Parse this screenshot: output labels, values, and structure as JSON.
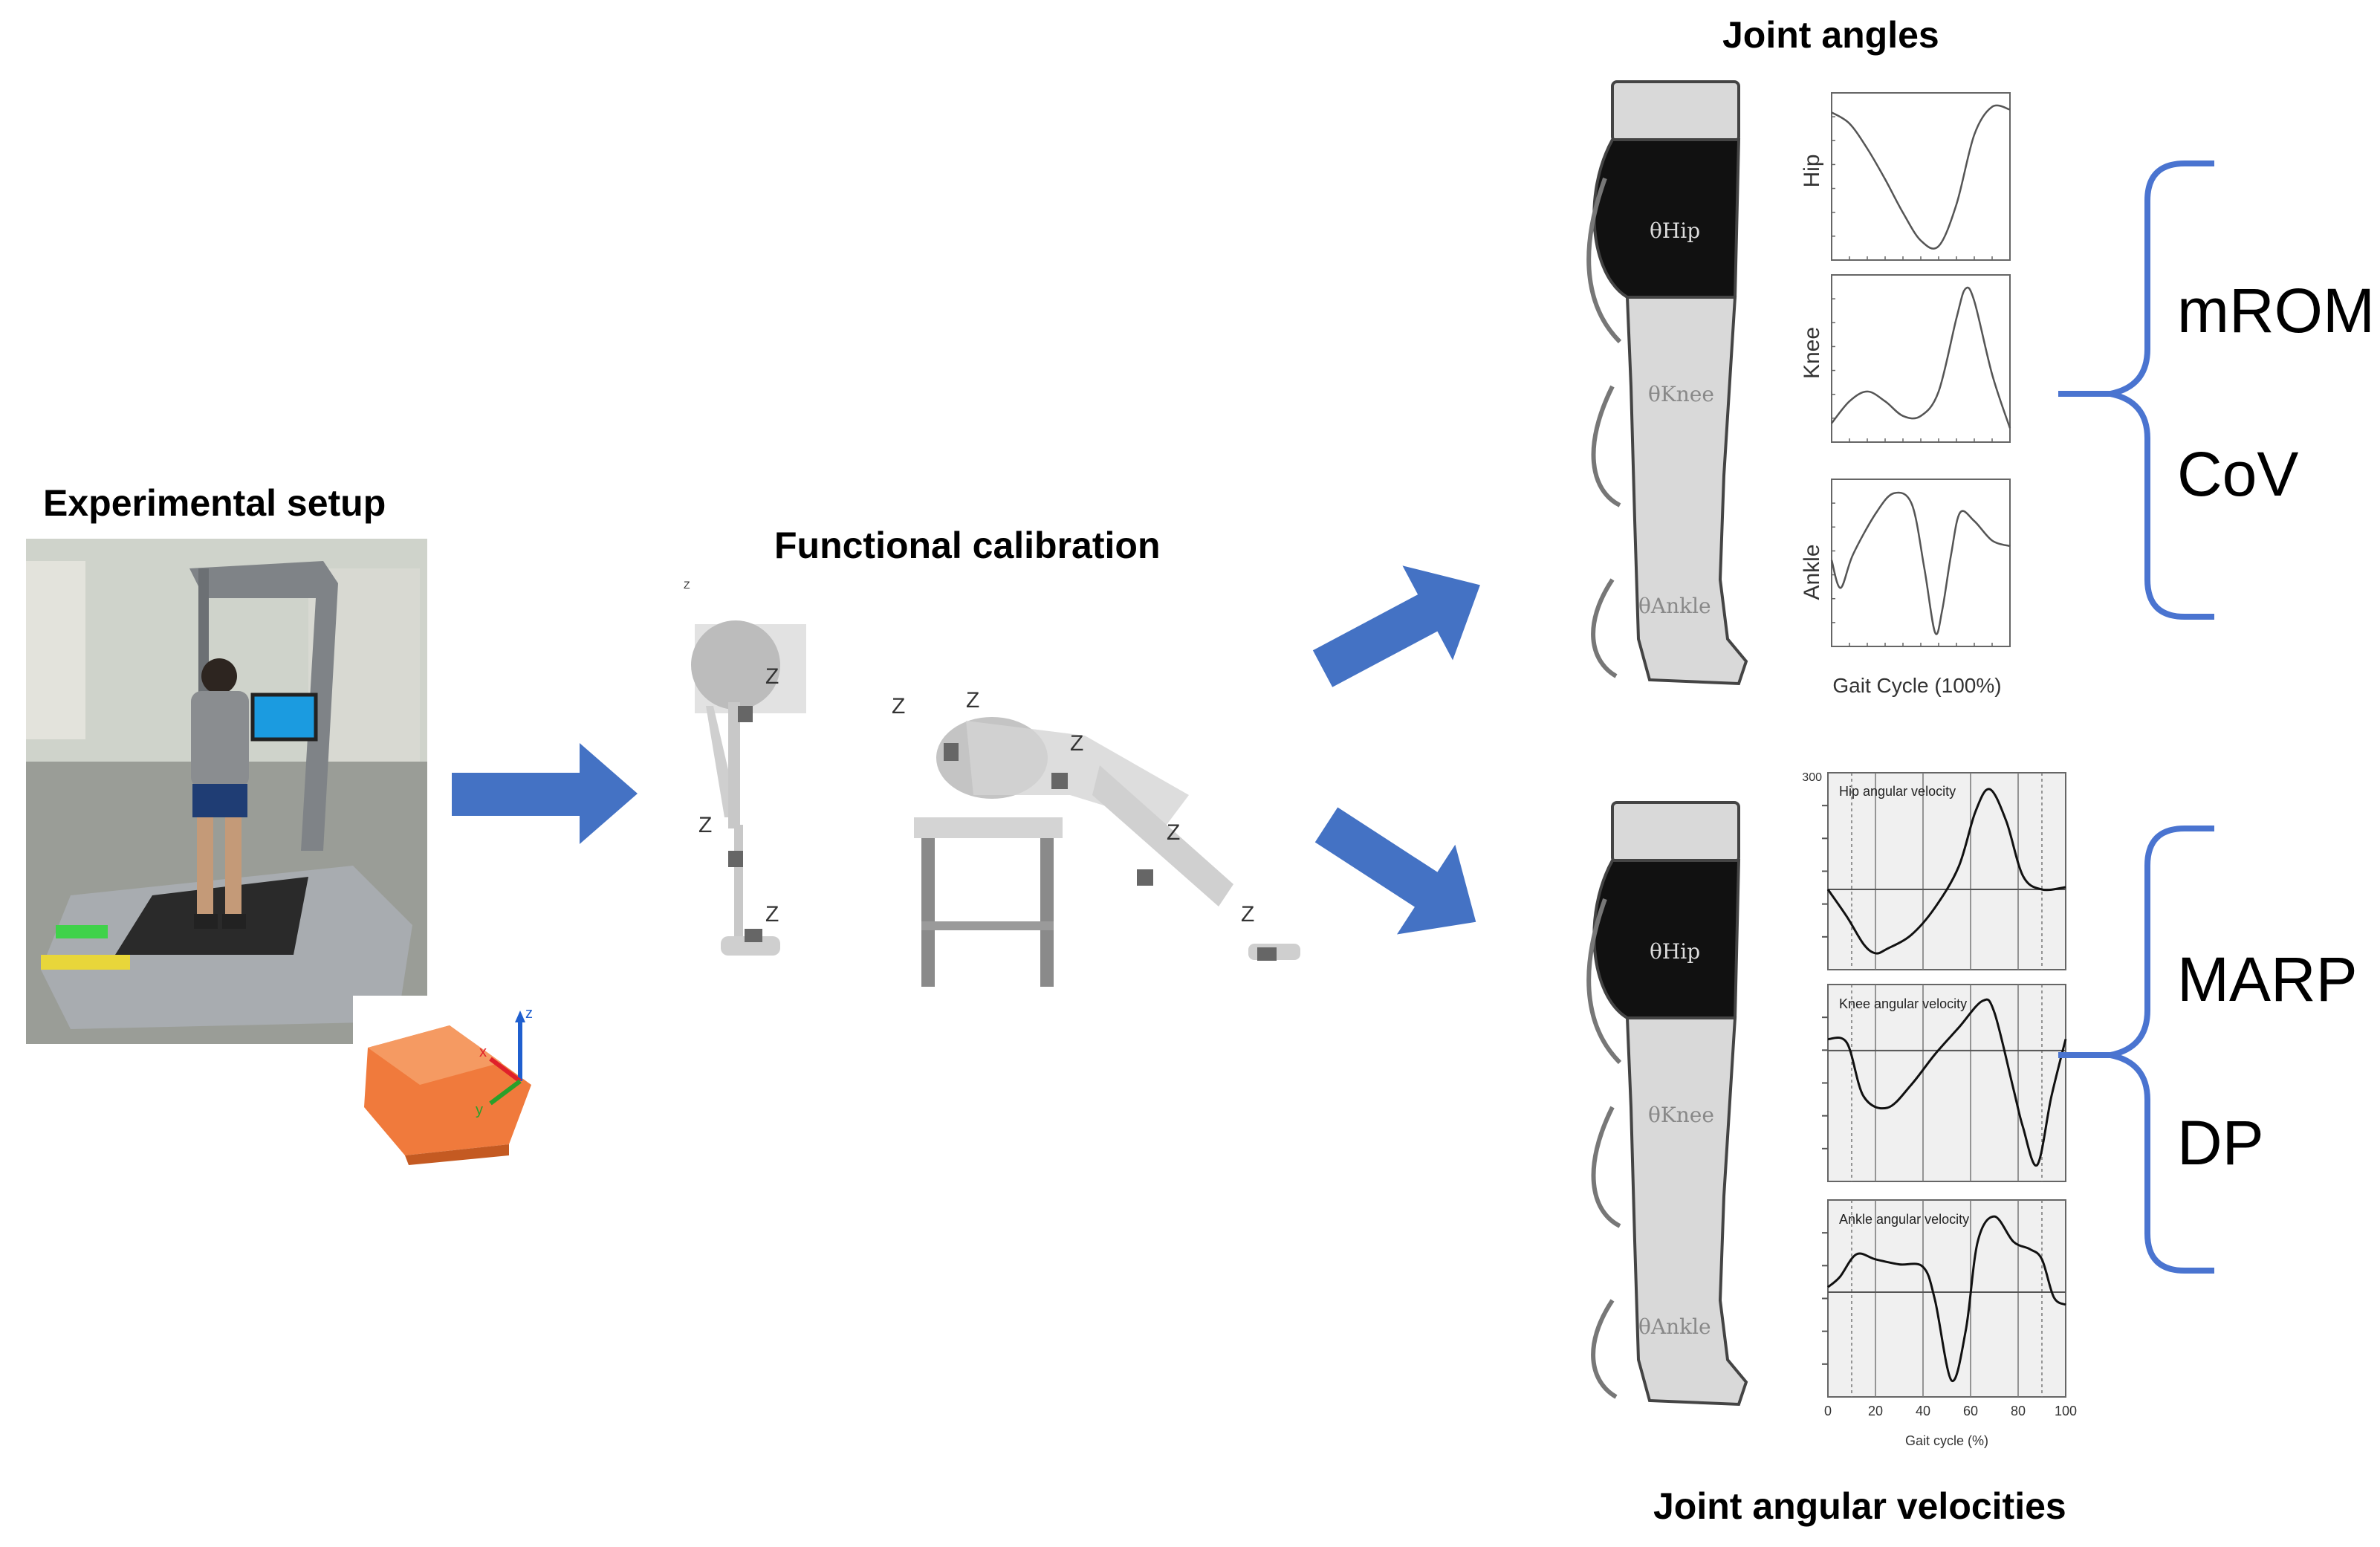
{
  "titles": {
    "experimental_setup": "Experimental setup",
    "functional_calibration": "Functional calibration",
    "joint_angles": "Joint angles",
    "joint_angular_velocities": "Joint angular velocities"
  },
  "angle_metrics": [
    "mROM",
    "CoV"
  ],
  "velocity_metrics": [
    "MARP",
    "DP"
  ],
  "leg_labels": {
    "hip": "θHip",
    "knee": "θKnee",
    "ankle": "θAnkle"
  },
  "angle_charts": {
    "labels": [
      "Hip",
      "Knee",
      "Ankle"
    ],
    "xlabel": "Gait Cycle (100%)"
  },
  "velocity_charts": {
    "titles": [
      "Hip angular velocity",
      "Knee angular velocity",
      "Ankle angular velocity"
    ],
    "xticks": [
      "0",
      "20",
      "40",
      "60",
      "80",
      "100"
    ],
    "ytop": "300",
    "xlabel": "Gait cycle (%)"
  },
  "sensor_axes": {
    "x": "x",
    "y": "y",
    "z": "z"
  },
  "colors": {
    "arrow": "#4472c4",
    "brace": "#4a74d0",
    "leg_skin": "#d9d9d9",
    "shorts": "#111111",
    "sensor": "#f07a3c"
  },
  "chart_data": [
    {
      "type": "line",
      "title": "",
      "ylabel": "Hip",
      "xlabel": "",
      "x": [
        0,
        10,
        20,
        30,
        40,
        50,
        60,
        70,
        80,
        90,
        100
      ],
      "series": [
        {
          "values": [
            28,
            24,
            15,
            4,
            -8,
            -18,
            -20,
            -5,
            20,
            30,
            29
          ]
        }
      ]
    },
    {
      "type": "line",
      "title": "",
      "ylabel": "Knee",
      "xlabel": "",
      "x": [
        0,
        10,
        20,
        30,
        40,
        50,
        60,
        70,
        75,
        80,
        90,
        100
      ],
      "series": [
        {
          "values": [
            5,
            14,
            18,
            14,
            8,
            8,
            18,
            48,
            60,
            55,
            25,
            3
          ]
        }
      ]
    },
    {
      "type": "line",
      "title": "",
      "ylabel": "Ankle",
      "xlabel": "Gait Cycle (100%)",
      "x": [
        0,
        5,
        12,
        25,
        35,
        45,
        52,
        58,
        62,
        67,
        72,
        80,
        90,
        100
      ],
      "series": [
        {
          "values": [
            -2,
            -12,
            0,
            15,
            22,
            18,
            -5,
            -28,
            -20,
            0,
            15,
            12,
            5,
            3
          ]
        }
      ]
    },
    {
      "type": "line",
      "title": "Hip angular velocity",
      "xlabel": "",
      "x": [
        0,
        8,
        15,
        20,
        25,
        35,
        45,
        55,
        62,
        68,
        75,
        82,
        90,
        100
      ],
      "series": [
        {
          "values": [
            0,
            -60,
            -120,
            -140,
            -130,
            -100,
            -40,
            50,
            170,
            220,
            150,
            30,
            0,
            5
          ]
        }
      ]
    },
    {
      "type": "line",
      "title": "Knee angular velocity",
      "xlabel": "",
      "x": [
        0,
        8,
        15,
        25,
        35,
        45,
        55,
        65,
        70,
        78,
        82,
        88,
        94,
        100
      ],
      "series": [
        {
          "values": [
            30,
            20,
            -120,
            -150,
            -90,
            -10,
            60,
            130,
            100,
            -100,
            -200,
            -300,
            -120,
            30
          ]
        }
      ]
    },
    {
      "type": "line",
      "title": "Ankle angular velocity",
      "xlabel": "Gait cycle (%)",
      "x": [
        0,
        5,
        12,
        20,
        30,
        40,
        45,
        52,
        58,
        63,
        70,
        78,
        85,
        90,
        95,
        100
      ],
      "series": [
        {
          "values": [
            20,
            60,
            150,
            130,
            110,
            100,
            -30,
            -350,
            -150,
            200,
            300,
            200,
            170,
            130,
            -20,
            -50
          ]
        }
      ]
    }
  ]
}
